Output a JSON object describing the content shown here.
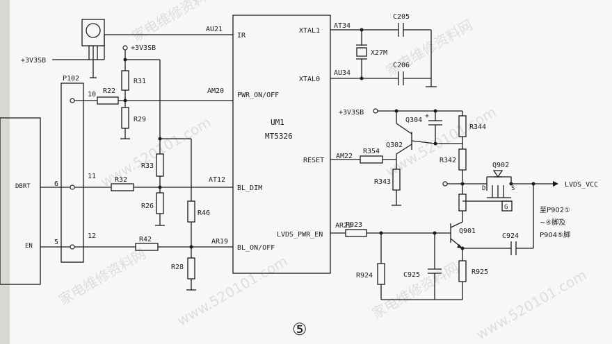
{
  "ic": {
    "ref": "UM1",
    "part": "MT5326",
    "pins": {
      "ir": "IR",
      "pwr": "PWR_ON/OFF",
      "bl_dim": "BL_DIM",
      "bl_on": "BL_ON/OFF",
      "xtal1": "XTAL1",
      "xtal0": "XTAL0",
      "reset": "RESET",
      "lvds_en": "LVDS_PWR_EN"
    }
  },
  "nets": {
    "au21": "AU21",
    "am20": "AM20",
    "at12": "AT12",
    "ar19": "AR19",
    "at34": "AT34",
    "au34": "AU34",
    "am22": "AM22",
    "ar23": "AR23",
    "v3sb": "+3V3SB",
    "lvds_vcc": "LVDS_VCC"
  },
  "connector": {
    "ref": "P102",
    "pin10": "10",
    "pin11": "11",
    "pin12": "12",
    "pin6": "6",
    "pin5": "5",
    "left_label1": "DBRT",
    "left_label2": "EN"
  },
  "parts": {
    "r22": "R22",
    "r31": "R31",
    "r29": "R29",
    "r33": "R33",
    "r32": "R32",
    "r26": "R26",
    "r46": "R46",
    "r42": "R42",
    "r28": "R28",
    "c205": "C205",
    "c206": "C206",
    "x27m": "X27M",
    "q304": "Q304",
    "r344": "R344",
    "r354": "R354",
    "q302": "Q302",
    "r342": "R342",
    "r343": "R343",
    "q902": "Q902",
    "r923": "R923",
    "q901": "Q901",
    "c924": "C924",
    "r924": "R924",
    "c925": "C925",
    "r925": "R925"
  },
  "gate_label": "G",
  "d_label": "D",
  "s_label": "S",
  "note": {
    "line1": "至P902①",
    "line2": "~④脚及",
    "line3": "P904⑤脚"
  },
  "figure_no": "⑤",
  "watermarks": [
    "家电维修资料网",
    "www.520101.com",
    "家电维修资料网",
    "www.520101.com",
    "家电维修资料网",
    "www.520101.com",
    "家电维修资料网",
    "www.520101.com"
  ]
}
